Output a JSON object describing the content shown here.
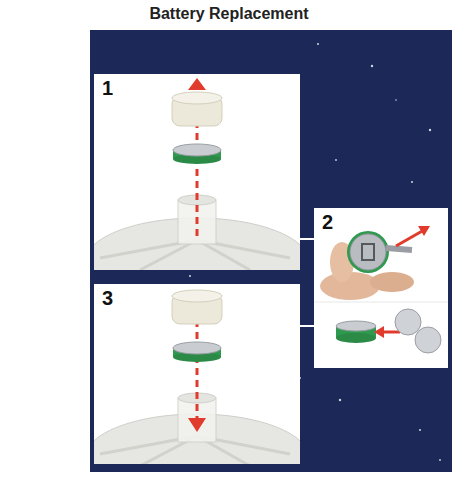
{
  "diagram": {
    "title": "Battery Replacement",
    "nodes": [
      {
        "text": [
          "1"
        ]
      },
      {
        "text": [
          "2"
        ]
      },
      {
        "text": [
          "3"
        ]
      }
    ],
    "edges": [
      {
        "from": 0,
        "to": 1,
        "arrow": "none"
      },
      {
        "from": 2,
        "to": 1,
        "arrow": "none"
      }
    ]
  }
}
